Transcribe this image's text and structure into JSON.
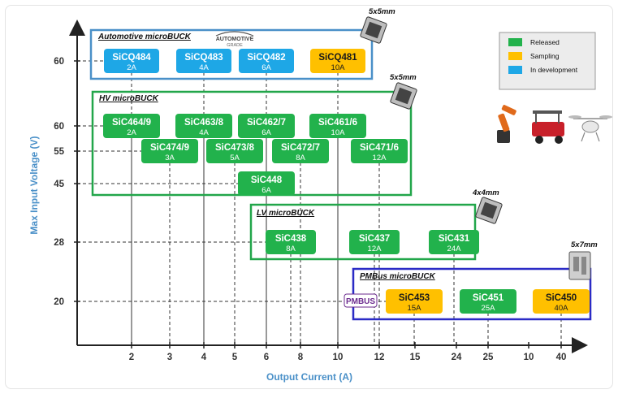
{
  "chart_data": {
    "type": "scatter",
    "xlabel": "Output Current (A)",
    "ylabel": "Max Input Voltage (V)",
    "x_ticks": [
      "2",
      "3",
      "4",
      "5",
      "6",
      "8",
      "10",
      "12",
      "15",
      "24",
      "25",
      "10",
      "40"
    ],
    "y_ticks": [
      "60",
      "60",
      "55",
      "45",
      "28",
      "20"
    ],
    "legend": {
      "placement": "top-right",
      "items": [
        {
          "label": "Released",
          "color": "#22b24c"
        },
        {
          "label": "Sampling",
          "color": "#ffc000"
        },
        {
          "label": "In development",
          "color": "#1ea7e6"
        }
      ]
    },
    "groups": [
      {
        "title": "Automotive microBUCK",
        "package": "5x5mm",
        "border_color": "#4a90c8",
        "badge": "AUTOMOTIVE GRADE",
        "icon": "package-icon"
      },
      {
        "title": "HV microBUCK",
        "package": "5x5mm",
        "border_color": "#22a64a",
        "icon": "package-icon"
      },
      {
        "title": "LV microBUCK",
        "package": "4x4mm",
        "border_color": "#22a64a",
        "icon": "package-icon"
      },
      {
        "title": "PMBus microBUCK",
        "package": "5x7mm",
        "border_color": "#2b2bc6",
        "badge": "PMBUS",
        "icon": "package-icon"
      }
    ],
    "points": [
      {
        "name": "SiCQ484",
        "current": "2A",
        "x": "2",
        "y": "60",
        "group": "Automotive microBUCK",
        "status": "In development"
      },
      {
        "name": "SiCQ483",
        "current": "4A",
        "x": "4",
        "y": "60",
        "group": "Automotive microBUCK",
        "status": "In development"
      },
      {
        "name": "SiCQ482",
        "current": "6A",
        "x": "6",
        "y": "60",
        "group": "Automotive microBUCK",
        "status": "In development"
      },
      {
        "name": "SiCQ481",
        "current": "10A",
        "x": "10",
        "y": "60",
        "group": "Automotive microBUCK",
        "status": "Sampling"
      },
      {
        "name": "SiC464/9",
        "current": "2A",
        "x": "2",
        "y": "60",
        "group": "HV microBUCK",
        "status": "Released"
      },
      {
        "name": "SiC463/8",
        "current": "4A",
        "x": "4",
        "y": "60",
        "group": "HV microBUCK",
        "status": "Released"
      },
      {
        "name": "SiC462/7",
        "current": "6A",
        "x": "6",
        "y": "60",
        "group": "HV microBUCK",
        "status": "Released"
      },
      {
        "name": "SiC461/6",
        "current": "10A",
        "x": "10",
        "y": "60",
        "group": "HV microBUCK",
        "status": "Released"
      },
      {
        "name": "SiC474/9",
        "current": "3A",
        "x": "3",
        "y": "55",
        "group": "HV microBUCK",
        "status": "Released"
      },
      {
        "name": "SiC473/8",
        "current": "5A",
        "x": "5",
        "y": "55",
        "group": "HV microBUCK",
        "status": "Released"
      },
      {
        "name": "SiC472/7",
        "current": "8A",
        "x": "8",
        "y": "55",
        "group": "HV microBUCK",
        "status": "Released"
      },
      {
        "name": "SiC471/6",
        "current": "12A",
        "x": "12",
        "y": "55",
        "group": "HV microBUCK",
        "status": "Released"
      },
      {
        "name": "SiC448",
        "current": "6A",
        "x": "6",
        "y": "45",
        "group": "HV microBUCK",
        "status": "Released"
      },
      {
        "name": "SiC438",
        "current": "8A",
        "x": "8",
        "y": "28",
        "group": "LV microBUCK",
        "status": "Released"
      },
      {
        "name": "SiC437",
        "current": "12A",
        "x": "12",
        "y": "28",
        "group": "LV microBUCK",
        "status": "Released"
      },
      {
        "name": "SiC431",
        "current": "24A",
        "x": "24",
        "y": "28",
        "group": "LV microBUCK",
        "status": "Released"
      },
      {
        "name": "SiC453",
        "current": "15A",
        "x": "15",
        "y": "20",
        "group": "PMBus microBUCK",
        "status": "Sampling"
      },
      {
        "name": "SiC451",
        "current": "25A",
        "x": "25",
        "y": "20",
        "group": "PMBus microBUCK",
        "status": "Released"
      },
      {
        "name": "SiC450",
        "current": "40A",
        "x": "40",
        "y": "20",
        "group": "PMBus microBUCK",
        "status": "Sampling"
      }
    ],
    "icons": [
      "industrial-robot-icon",
      "golf-cart-icon",
      "drone-icon"
    ]
  }
}
